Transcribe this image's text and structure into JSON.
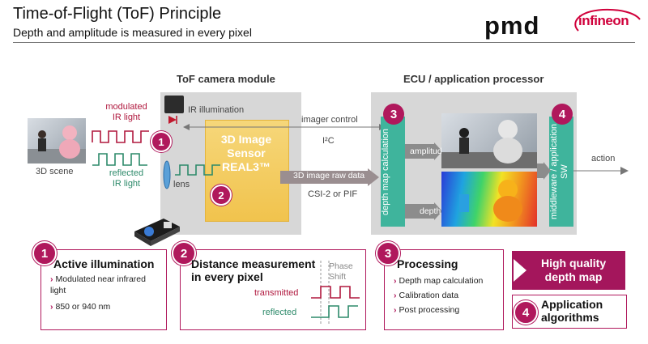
{
  "header": {
    "title": "Time-of-Flight (ToF) Principle",
    "subtitle": "Depth and amplitude is measured in every pixel",
    "logo_pmd": "pmd",
    "logo_infineon": "infineon"
  },
  "colors": {
    "brand": "#b0185c",
    "teal": "#3fb49c",
    "sensor": "#f1c34d",
    "red_wave": "#b0183e",
    "green_wave": "#2d8a6a"
  },
  "diagram": {
    "camera_module_title": "ToF camera module",
    "ecu_title": "ECU / application processor",
    "scene_label": "3D scene",
    "modulated_label_1": "modulated",
    "modulated_label_2": "IR light",
    "reflected_label_1": "reflected",
    "reflected_label_2": "IR light",
    "ir_illumination_label": "IR illumination",
    "lens_label": "lens",
    "sensor_line_1": "3D Image",
    "sensor_line_2": "Sensor",
    "sensor_line_3": "REAL3™",
    "imager_control_label": "imager control",
    "i2c_label": "I²C",
    "raw_data_label": "3D image raw data",
    "interface_label": "CSI-2 or PIF",
    "depth_calc_label": "depth map calculation",
    "middleware_label": "middleware / application SW",
    "amplitude_label": "amplitude",
    "depth_label": "depth",
    "action_label": "action",
    "badges": [
      "1",
      "2",
      "3",
      "4"
    ]
  },
  "cards": {
    "illumination": {
      "number": "1",
      "title": "Active illumination",
      "bullets": [
        "Modulated near infrared light",
        "850 or 940 nm"
      ]
    },
    "distance": {
      "number": "2",
      "title_1": "Distance measurement",
      "title_2": "in every pixel",
      "phase_1": "Phase",
      "phase_2": "Shift",
      "transmitted_label": "transmitted",
      "reflected_label": "reflected"
    },
    "processing": {
      "number": "3",
      "title": "Processing",
      "bullets": [
        "Depth map calculation",
        "Calibration data",
        "Post processing"
      ]
    },
    "high_quality": {
      "line_1": "High quality",
      "line_2": "depth map"
    },
    "application": {
      "number": "4",
      "line_1": "Application",
      "line_2": "algorithms"
    }
  },
  "icons": [
    "scene-photo",
    "ir-led-icon",
    "lens-icon",
    "camera-module-icon",
    "amplitude-image",
    "depth-image",
    "arrow-icon"
  ]
}
